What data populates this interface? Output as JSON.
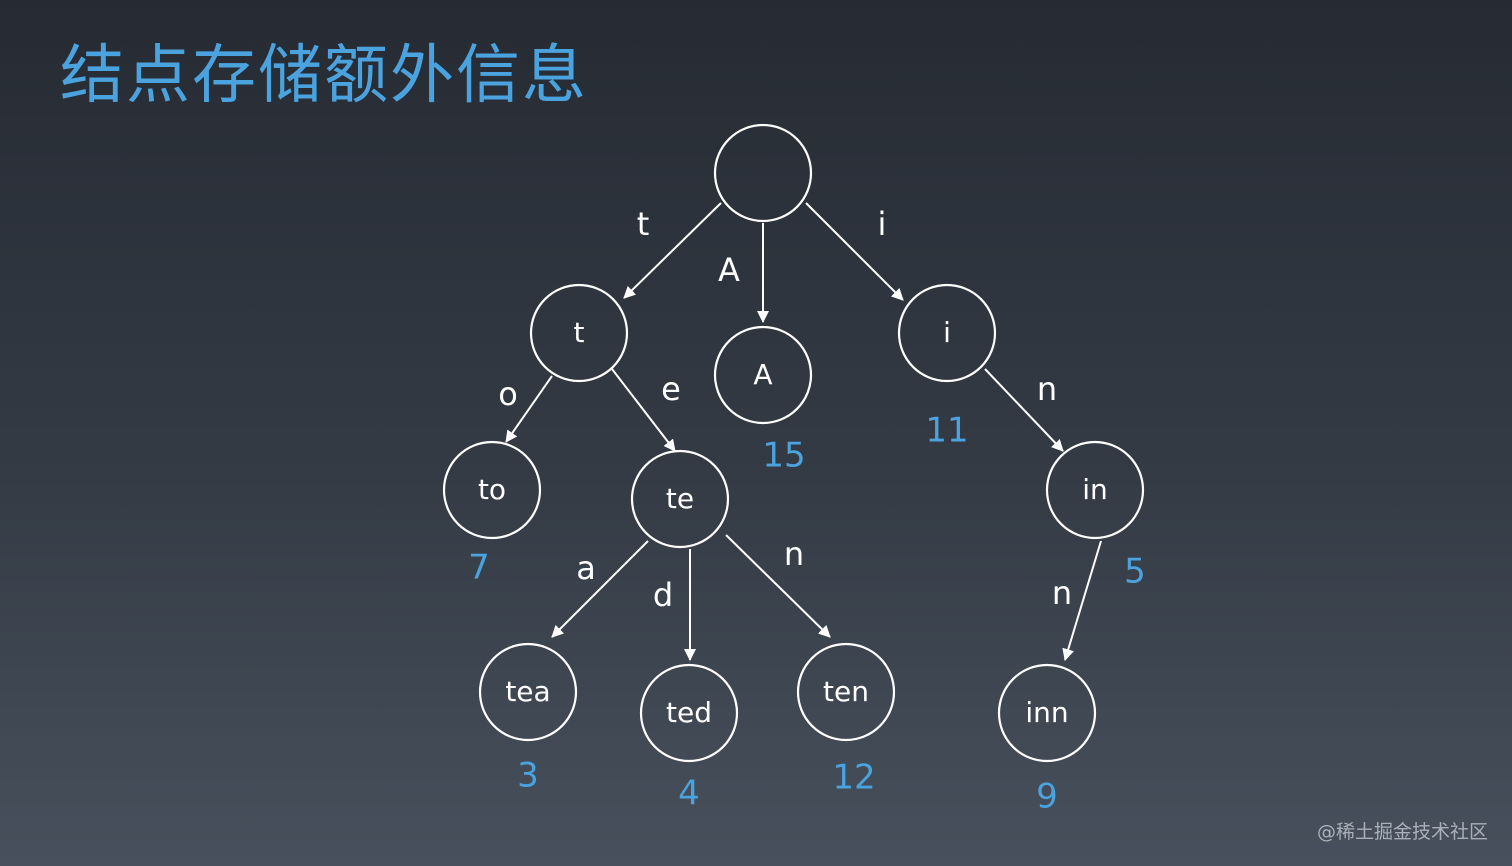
{
  "title": "结点存储额外信息",
  "watermark": "@稀土掘金技术社区",
  "colors": {
    "accent": "#4aa3df",
    "stroke": "#ffffff",
    "background": "#2f353e"
  },
  "nodes": [
    {
      "id": "root",
      "label": ""
    },
    {
      "id": "t",
      "label": "t"
    },
    {
      "id": "A",
      "label": "A",
      "value": "15"
    },
    {
      "id": "i",
      "label": "i",
      "value": "11"
    },
    {
      "id": "to",
      "label": "to",
      "value": "7"
    },
    {
      "id": "te",
      "label": "te"
    },
    {
      "id": "in",
      "label": "in",
      "value": "5"
    },
    {
      "id": "tea",
      "label": "tea",
      "value": "3"
    },
    {
      "id": "ted",
      "label": "ted",
      "value": "4"
    },
    {
      "id": "ten",
      "label": "ten",
      "value": "12"
    },
    {
      "id": "inn",
      "label": "inn",
      "value": "9"
    }
  ],
  "edges": [
    {
      "from": "root",
      "to": "t",
      "label": "t"
    },
    {
      "from": "root",
      "to": "A",
      "label": "A"
    },
    {
      "from": "root",
      "to": "i",
      "label": "i"
    },
    {
      "from": "t",
      "to": "to",
      "label": "o"
    },
    {
      "from": "t",
      "to": "te",
      "label": "e"
    },
    {
      "from": "i",
      "to": "in",
      "label": "n"
    },
    {
      "from": "te",
      "to": "tea",
      "label": "a"
    },
    {
      "from": "te",
      "to": "ted",
      "label": "d"
    },
    {
      "from": "te",
      "to": "ten",
      "label": "n"
    },
    {
      "from": "in",
      "to": "inn",
      "label": "n"
    }
  ]
}
